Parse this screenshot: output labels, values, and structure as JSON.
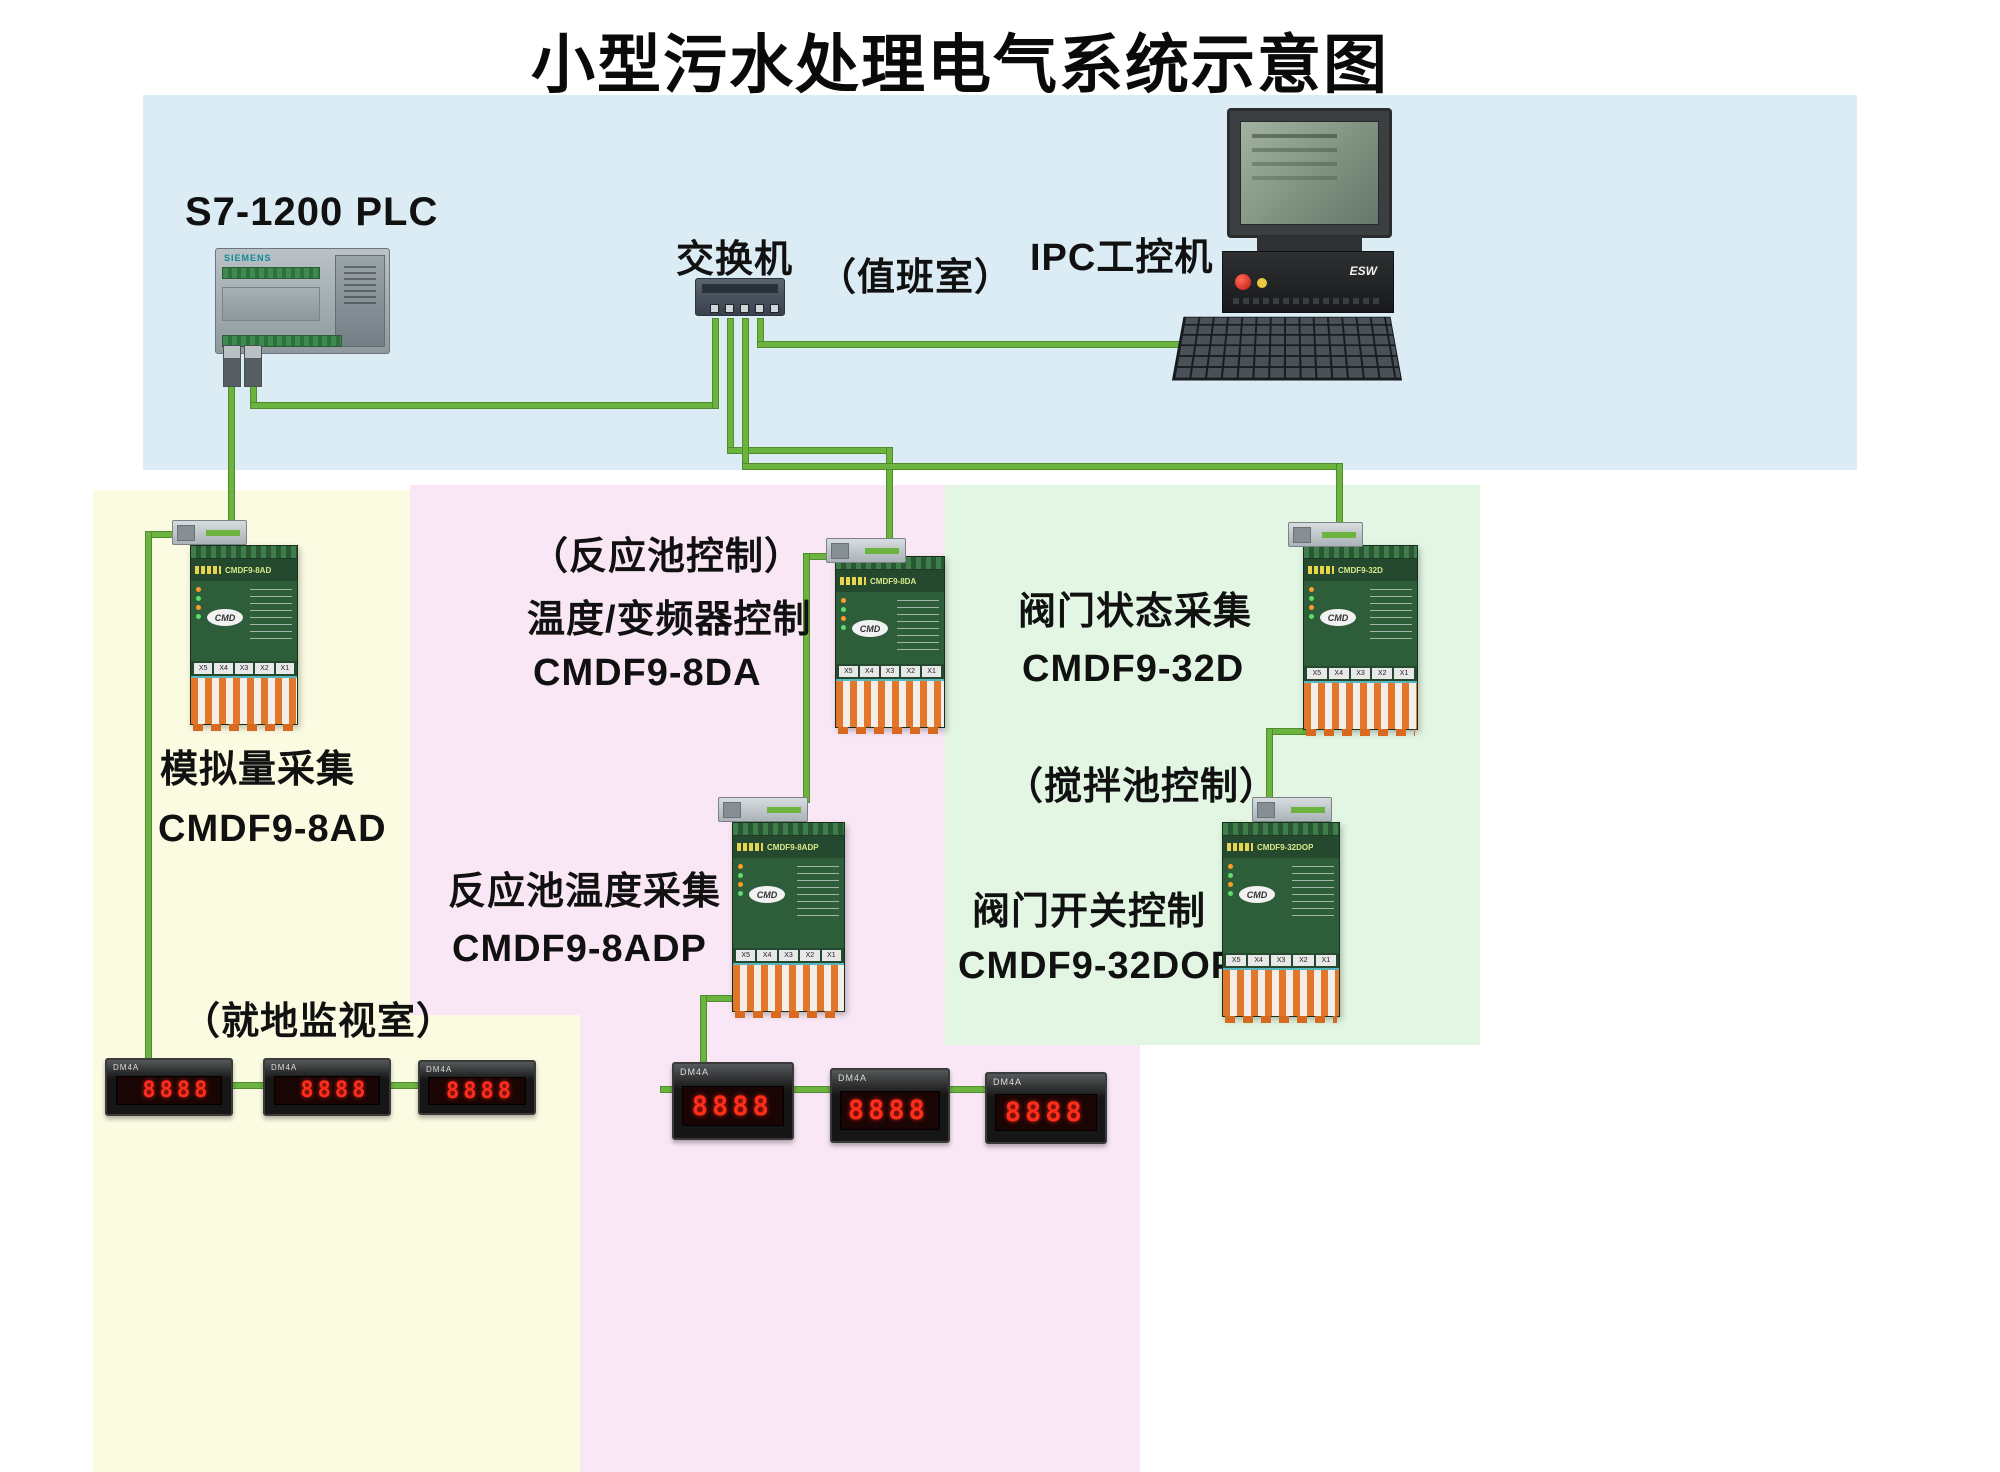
{
  "title": "小型污水处理电气系统示意图",
  "colors": {
    "region_blue": "#dcecf4",
    "region_yellow": "#fbfbe2",
    "region_pink": "#f9e7f5",
    "region_green": "#e2f6e3",
    "cable": "#6db33f",
    "meter_digit": "#ff2d1a"
  },
  "control_room": {
    "plc_label": "S7-1200  PLC",
    "plc_brand": "SIEMENS",
    "switch_label": "交换机",
    "duty_room_label": "（值班室）",
    "ipc_label": "IPC工控机",
    "ipc_chassis_label": "ESW"
  },
  "left_zone": {
    "function_label": "模拟量采集",
    "model_label": "CMDF9-8AD",
    "room_label": "（就地监视室）"
  },
  "center_zone": {
    "control_label": "（反应池控制）",
    "function_label": "温度/变频器控制",
    "model_label": "CMDF9-8DA",
    "function2_label": "反应池温度采集",
    "model2_label": "CMDF9-8ADP"
  },
  "right_zone": {
    "function_label": "阀门状态采集",
    "model_label": "CMDF9-32D",
    "control_label": "（搅拌池控制）",
    "function2_label": "阀门开关控制",
    "model2_label": "CMDF9-32DOP"
  },
  "modules": {
    "m8ad": {
      "model": "CMDF9-8AD",
      "brand": "CMD",
      "ports": [
        "X5",
        "X4",
        "X3",
        "X2",
        "X1"
      ]
    },
    "m8da": {
      "model": "CMDF9-8DA",
      "brand": "CMD",
      "ports": [
        "X5",
        "X4",
        "X3",
        "X2",
        "X1"
      ]
    },
    "m8adp": {
      "model": "CMDF9-8ADP",
      "brand": "CMD",
      "ports": [
        "X5",
        "X4",
        "X3",
        "X2",
        "X1"
      ]
    },
    "m32d": {
      "model": "CMDF9-32D",
      "brand": "CMD",
      "ports": [
        "X5",
        "X4",
        "X3",
        "X2",
        "X1"
      ]
    },
    "m32dop": {
      "model": "CMDF9-32DOP",
      "brand": "CMD",
      "ports": [
        "X5",
        "X4",
        "X3",
        "X2",
        "X1"
      ]
    }
  },
  "meter": {
    "label": "DM4A",
    "display": "8888"
  }
}
